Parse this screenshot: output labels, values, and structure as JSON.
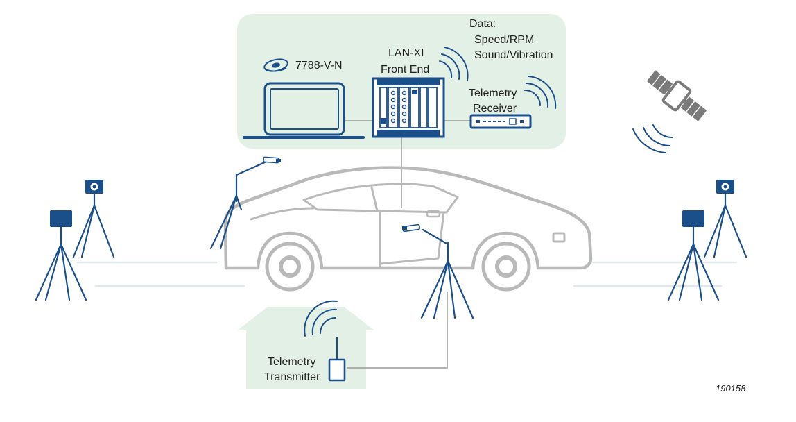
{
  "colors": {
    "primary": "#1b4f8a",
    "panel_fill": "#e3f0e6",
    "car_outline": "#b9b9b9",
    "road_line": "#dfe9ec",
    "cable": "#9a9a9a",
    "satellite": "#7a7a7a"
  },
  "labels": {
    "software": "7788-V-N",
    "lanxi_line1": "LAN-XI",
    "lanxi_line2": "Front End",
    "data_title": "Data:",
    "data_item1": "Speed/RPM",
    "data_item2": "Sound/Vibration",
    "receiver_line1": "Telemetry",
    "receiver_line2": "Receiver",
    "transmitter_line1": "Telemetry",
    "transmitter_line2": "Transmitter",
    "figure_number": "190158"
  },
  "icons": [
    "software-disc-icon",
    "laptop-icon",
    "lan-xi-front-end-icon",
    "telemetry-receiver-icon",
    "satellite-icon",
    "car-outline",
    "microphone-tripod-icon",
    "camera-tripod-icon",
    "telemetry-transmitter-icon",
    "wireless-signal-icon"
  ]
}
